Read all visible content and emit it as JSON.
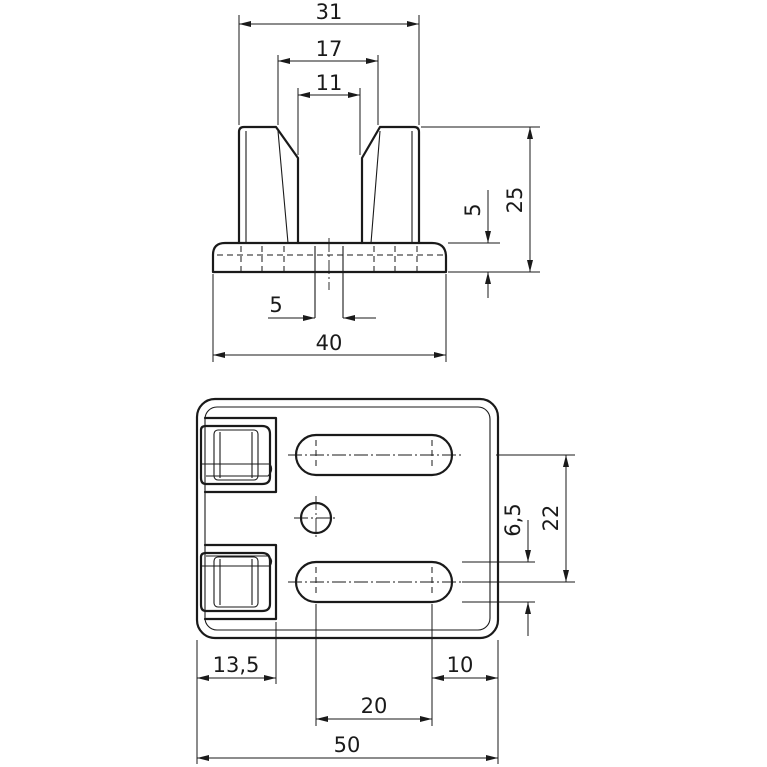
{
  "drawing": {
    "dimensions": {
      "top_width_outer": "31",
      "top_width_slot": "17",
      "top_width_inner": "11",
      "height_total": "25",
      "height_base": "5",
      "base_offset": "5",
      "base_width": "40",
      "plan_slot_spacing": "22",
      "plan_slot_width": "6,5",
      "plan_left_margin": "13,5",
      "plan_right_margin": "10",
      "plan_slot_length": "20",
      "plan_total_width": "50"
    }
  }
}
